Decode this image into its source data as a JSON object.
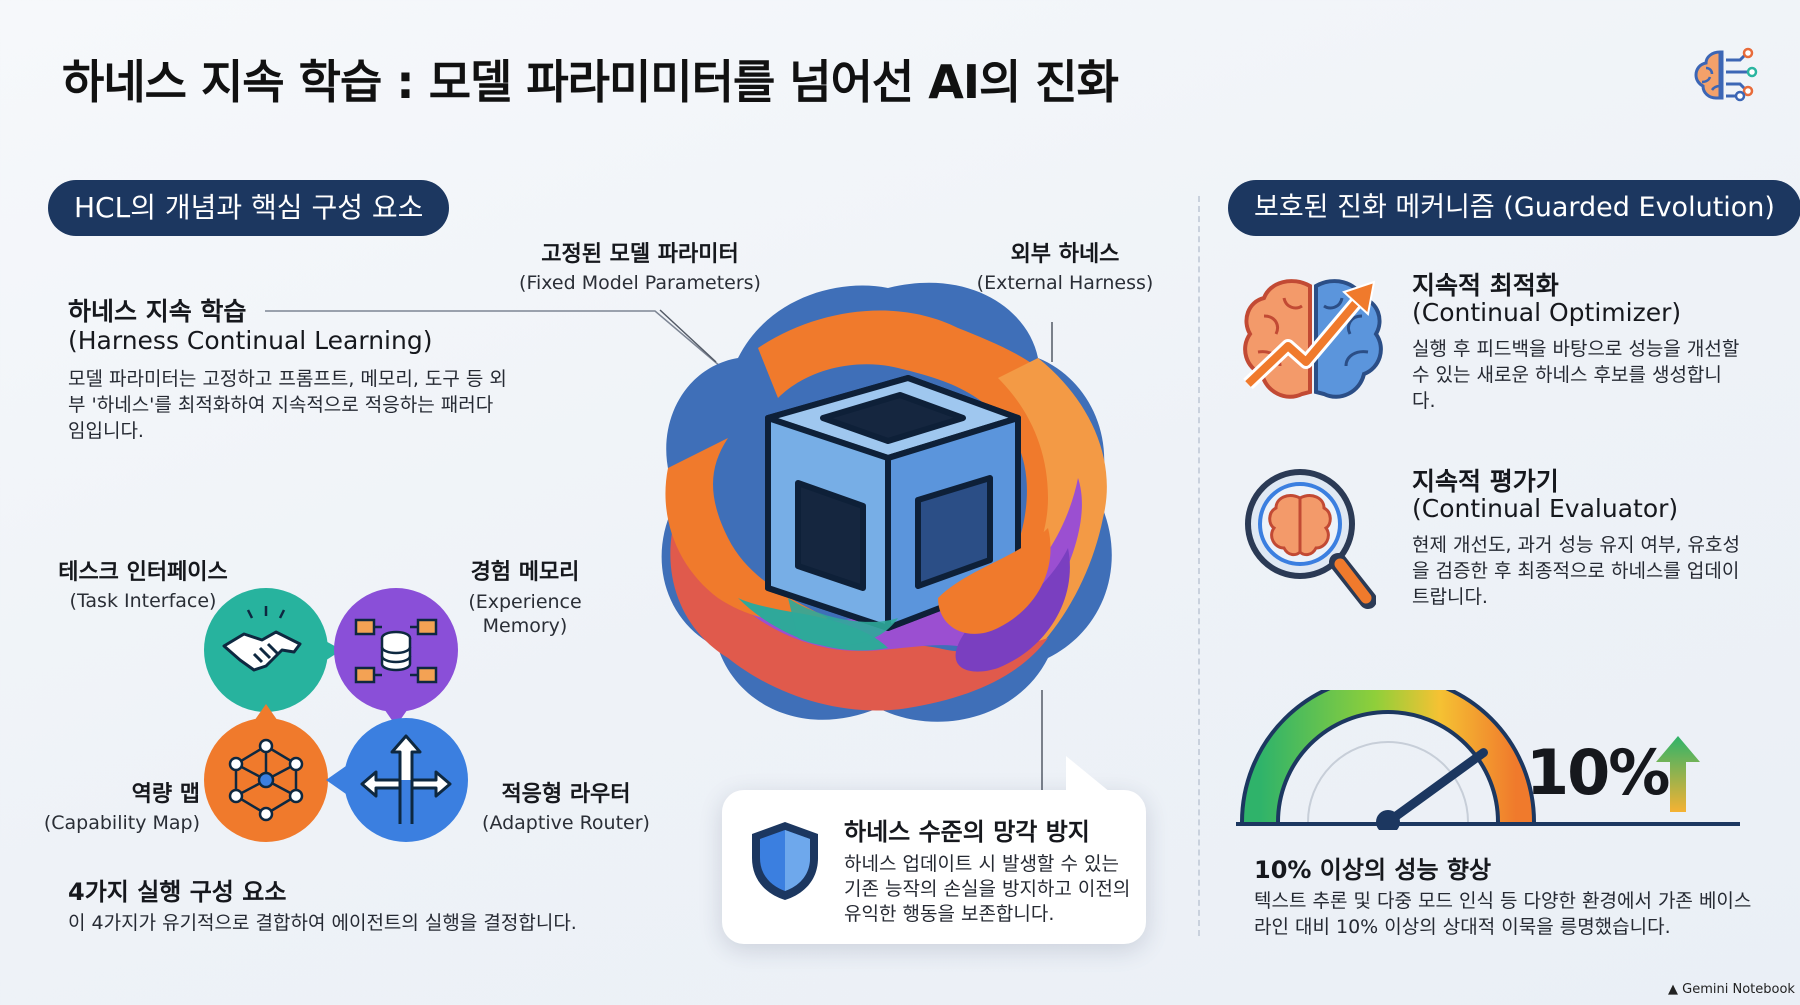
{
  "title": "하네스 지속 학습 : 모델 파라미미터를 넘어선 AI의 진화",
  "left": {
    "pill": "HCL의 개념과 핵심 구성 요소",
    "hcl_title_ko": "하네스 지속 학습",
    "hcl_title_en": "(Harness Continual Learning)",
    "hcl_desc": "모델 파라미터는 고정하고 프롬프트, 메모리, 도구 등 외부 '하네스'를 최적화하여 지속적으로 적응하는 패러다임입니다.",
    "components": [
      {
        "ko": "테스크 인터페이스",
        "en": "(Task Interface)"
      },
      {
        "ko": "경험 메모리",
        "en": "(Experience Memory)"
      },
      {
        "ko": "역량 맵",
        "en": "(Capability Map)"
      },
      {
        "ko": "적응형 라우터",
        "en": "(Adaptive Router)"
      }
    ],
    "exec_title": "4가지 실행 구성 요소",
    "exec_desc": "이 4가지가 유기적으로 결합하여 에이전트의 실행을 결정합니다."
  },
  "center": {
    "fixed_ko": "고정된 모델 파라미터",
    "fixed_en": "(Fixed Model Parameters)",
    "harness_ko": "외부 하네스",
    "harness_en": "(External Harness)",
    "card_title": "하네스 수준의 망각 방지",
    "card_desc": "하네스 업데이트 시 발생할 수 있는 기존 능작의 손실을 방지하고 이전의 유익한 행동을 보존합니다."
  },
  "right": {
    "pill": "보호된 진화 메커니즘 (Guarded Evolution)",
    "optimizer_ko": "지속적 최적화",
    "optimizer_en": "(Continual Optimizer)",
    "optimizer_desc": "실행 후 피드백을 바탕으로 성능을 개선할 수 있는 새로운 하네스 후보를 생성합니다.",
    "evaluator_ko": "지속적 평가기",
    "evaluator_en": "(Continual Evaluator)",
    "evaluator_desc": "현제 개선도, 과거 성능 유지 여부, 유호성을 검증한 후 최종적으로 하네스를 업데이트랍니다.",
    "gauge_value": "10%",
    "gauge_fraction": 0.8,
    "perf_title": "10% 이상의 성능 향상",
    "perf_desc": "텍스트 추론 및 다중 모드 인식 등 다양한 환경에서 가존 베이스라인 대비 10% 이상의 상대적 이묵을 릉명했습니다."
  },
  "watermark": "Gemini Notebook",
  "icons": [
    "brain-circuit-icon",
    "handshake-icon",
    "database-network-icon",
    "network-node-icon",
    "split-arrows-icon",
    "shield-icon",
    "brain-growth-icon",
    "magnifier-brain-icon",
    "gauge-icon",
    "up-arrow-icon"
  ],
  "colors": {
    "navy": "#1c3760",
    "teal": "#2bb5a0",
    "purple": "#8a4fd8",
    "orange": "#f07a2c",
    "blue": "#3b7fe0",
    "green": "#3fc163"
  }
}
